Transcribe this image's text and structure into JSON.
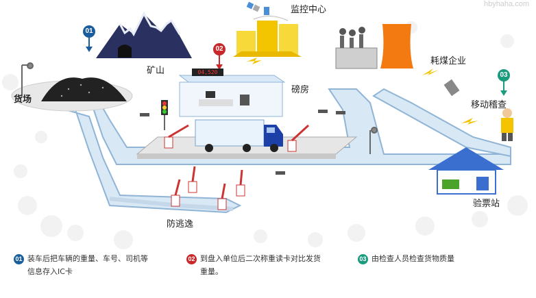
{
  "watermark": "hbyhaha.com",
  "labels": {
    "mine": "矿山",
    "monitor_center": "监控中心",
    "coal_enterprise": "耗煤企业",
    "yard": "货场",
    "weighing_room": "磅房",
    "mobile_check": "移动稽查",
    "anti_evasion": "防逃逸",
    "inspection_station": "验票站"
  },
  "display_value": "04,520",
  "badges": {
    "b1": "01",
    "b2": "02",
    "b3": "03"
  },
  "colors": {
    "badge1": "#1a5d9c",
    "badge2": "#c8282a",
    "badge3": "#1a9b7d",
    "road": "#d8e8f5",
    "road_edge": "#8fb4d6"
  },
  "legend": [
    {
      "num": "01",
      "line1": "装车后把车辆的重量、车号、司机等",
      "line2": "信息存入IC卡"
    },
    {
      "num": "02",
      "line1": "到盘入单位后二次称重读卡对比发货",
      "line2": "重量。"
    },
    {
      "num": "03",
      "line1": "由检查人员检查货物质量",
      "line2": ""
    }
  ]
}
